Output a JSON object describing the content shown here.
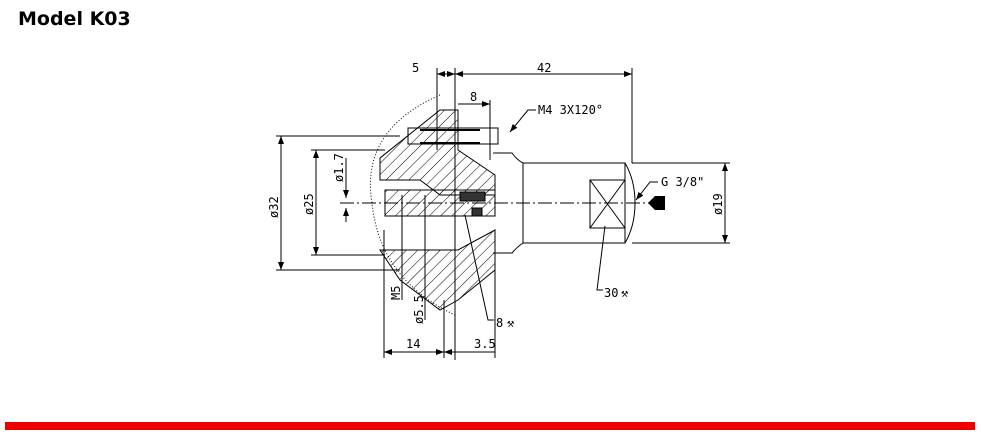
{
  "title": "Model K03",
  "drawing": {
    "dims": {
      "d5": "5",
      "d42": "42",
      "d8": "8",
      "d14": "14",
      "d3_5": "3.5",
      "dia32": "ø32",
      "dia25": "ø25",
      "dia1_7": "ø1.7",
      "dia19": "ø19",
      "dia5_5": "ø5.5",
      "m5": "M5"
    },
    "callouts": {
      "m4": "M4 3X120°",
      "thread": "G 3/8\"",
      "wrench30": "30",
      "wrench8": "8"
    }
  },
  "colors": {
    "accent": "#ee0000"
  }
}
